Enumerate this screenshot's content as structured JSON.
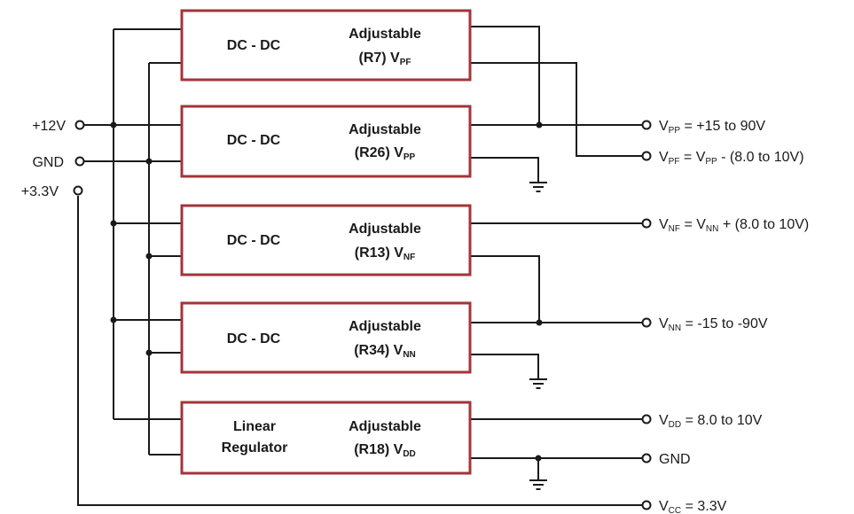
{
  "colors": {
    "block_border": "#a3343a",
    "wire": "#1a1a1a",
    "background": "#ffffff"
  },
  "inputs": {
    "v12": "+12V",
    "gnd": "GND",
    "v33": "+3.3V"
  },
  "blocks": [
    {
      "type": "DC - DC",
      "adj": "Adjustable",
      "ref": "(R7) V",
      "sub": "PF"
    },
    {
      "type": "DC - DC",
      "adj": "Adjustable",
      "ref": "(R26) V",
      "sub": "PP"
    },
    {
      "type": "DC - DC",
      "adj": "Adjustable",
      "ref": "(R13) V",
      "sub": "NF"
    },
    {
      "type": "DC - DC",
      "adj": "Adjustable",
      "ref": "(R34) V",
      "sub": "NN"
    },
    {
      "type_line1": "Linear",
      "type_line2": "Regulator",
      "adj": "Adjustable",
      "ref": "(R18) V",
      "sub": "DD"
    }
  ],
  "outputs": {
    "vpp": {
      "v": "V",
      "sub": "PP",
      "rest": " = +15 to 90V"
    },
    "vpf": {
      "v": "V",
      "sub": "PF",
      "mid": " = V",
      "sub2": "PP",
      "rest": " - (8.0 to 10V)"
    },
    "vnf": {
      "v": "V",
      "sub": "NF",
      "mid": " = V",
      "sub2": "NN",
      "rest": " + (8.0 to 10V)"
    },
    "vnn": {
      "v": "V",
      "sub": "NN",
      "rest": " = -15 to -90V"
    },
    "vdd": {
      "v": "V",
      "sub": "DD",
      "rest": " = 8.0 to 10V"
    },
    "gnd": "GND",
    "vcc": {
      "v": "V",
      "sub": "CC",
      "rest": " = 3.3V"
    }
  }
}
